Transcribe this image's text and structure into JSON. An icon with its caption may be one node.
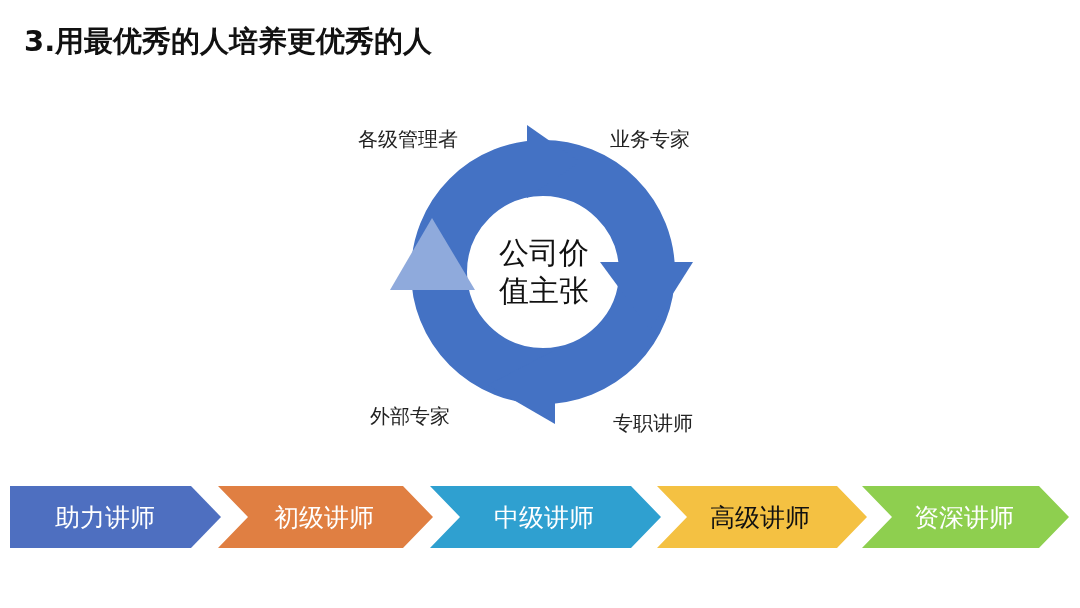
{
  "diagram": {
    "title": "3.用最优秀的人培养更优秀的人",
    "nodes": [
      {
        "text": [
          "公司价值主张"
        ]
      },
      {
        "text": [
          "助力讲师"
        ]
      },
      {
        "text": [
          "初级讲师"
        ]
      },
      {
        "text": [
          "中级讲师"
        ]
      },
      {
        "text": [
          "高级讲师"
        ]
      },
      {
        "text": [
          "资深讲师"
        ]
      }
    ],
    "labels": [
      "各级管理者",
      "业务专家",
      "外部专家",
      "专职讲师"
    ]
  }
}
